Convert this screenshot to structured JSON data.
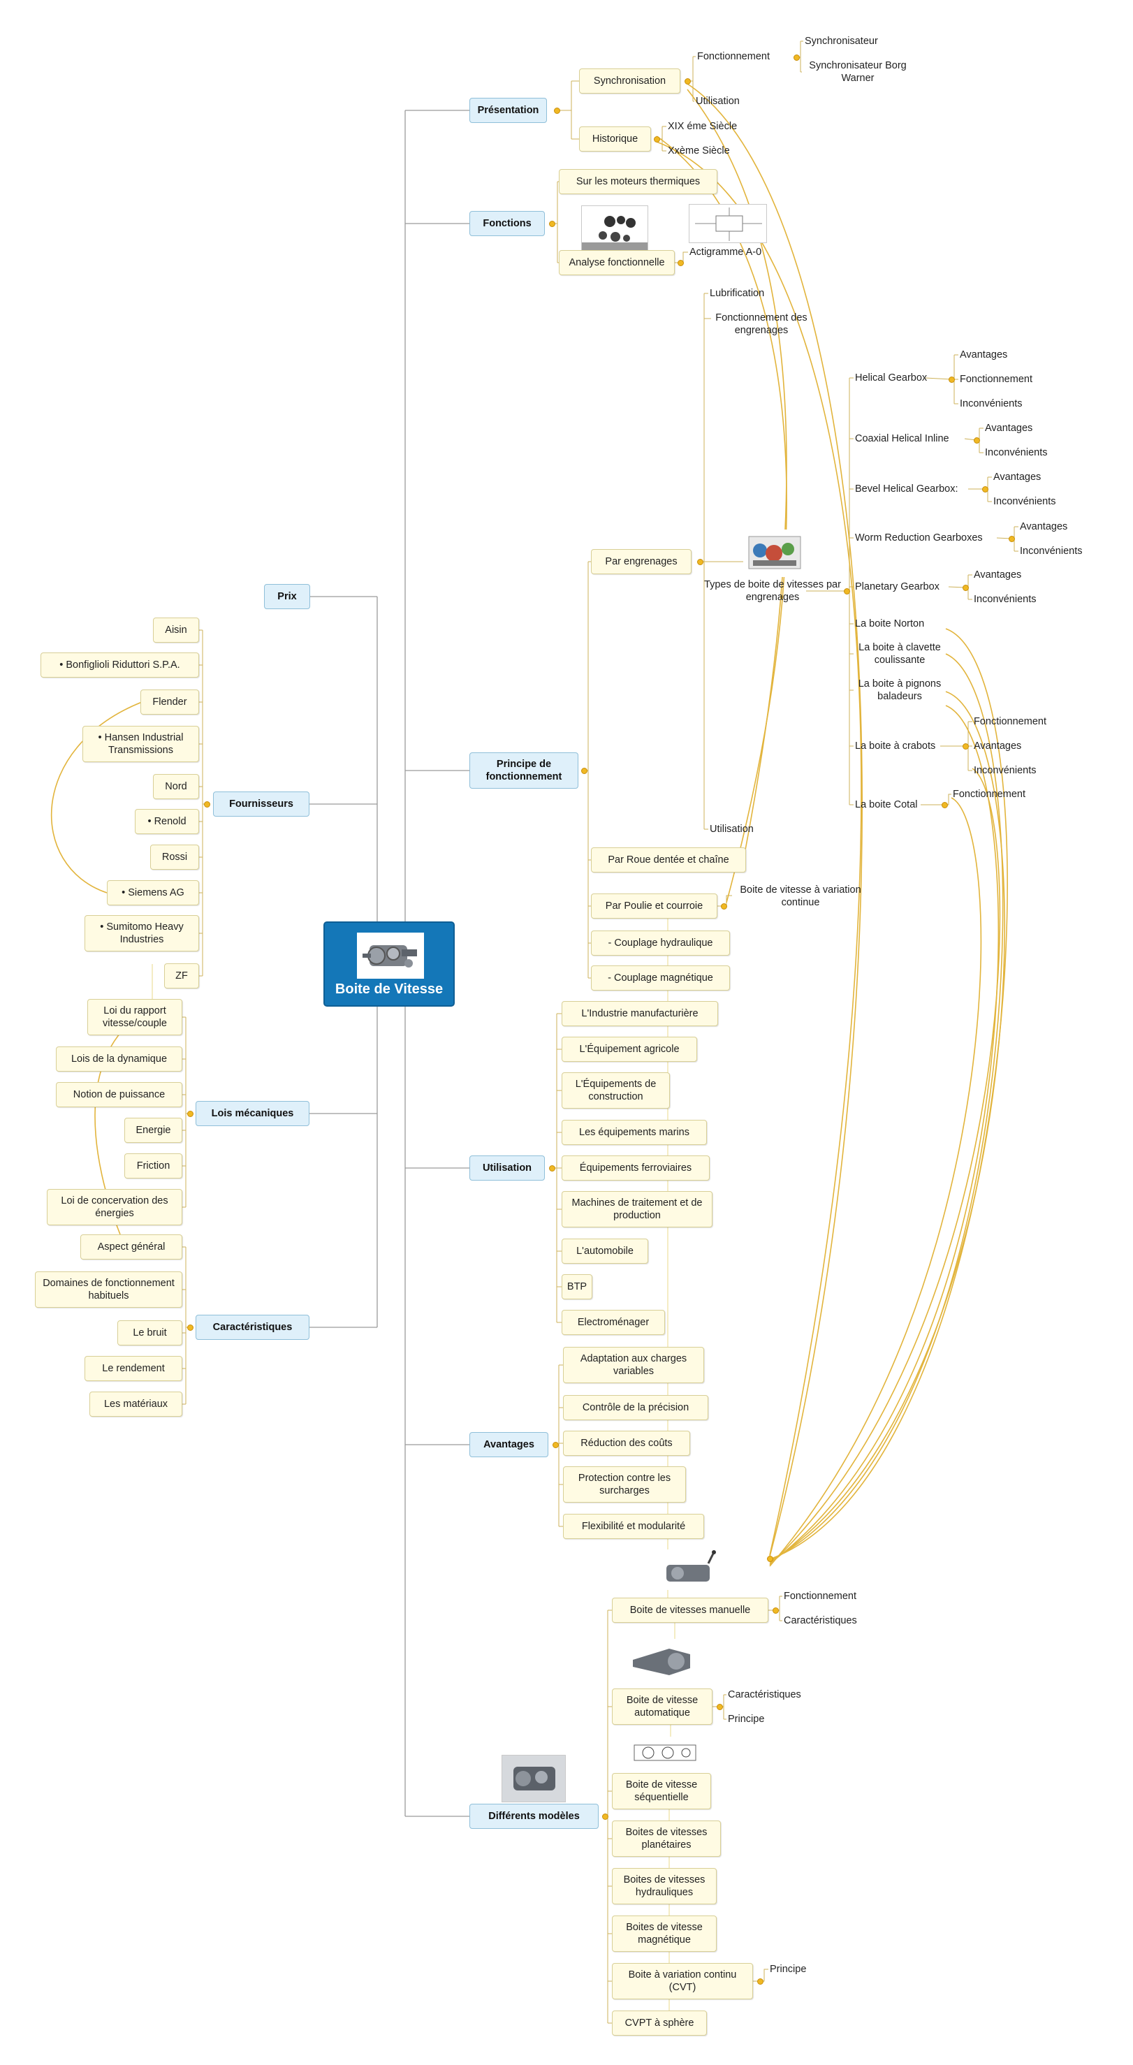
{
  "center": {
    "label": "Boite de Vitesse",
    "picture": "gearbox-image"
  },
  "branches": {
    "presentation": "Présentation",
    "fonctions": "Fonctions",
    "prix": "Prix",
    "principe": "Principe de fonctionnement",
    "fournisseurs": "Fournisseurs",
    "lois": "Lois mécaniques",
    "utilisation": "Utilisation",
    "caracteristiques": "Caractéristiques",
    "avantages": "Avantages",
    "modeles": "Différents modèles"
  },
  "presentation": {
    "synchronisation": "Synchronisation",
    "fonctionnement": "Fonctionnement",
    "synchronisateur": "Synchronisateur",
    "synchronisateur_borg": "Synchronisateur Borg Warner",
    "utilisation": "Utilisation",
    "historique": "Historique",
    "xix": "XIX éme Siècle",
    "xx": "Xxème Siècle"
  },
  "fonctions": {
    "moteurs": "Sur les moteurs thermiques",
    "analyse": "Analyse fonctionnelle",
    "actigramme": "Actigramme A-0"
  },
  "principe": {
    "engrenages": "Par engrenages",
    "lubrification": "Lubrification",
    "fonctionnement_engrenages": "Fonctionnement des engrenages",
    "types": "Types de boite de vitesses par engrenages",
    "utilisation": "Utilisation",
    "roue": "Par  Roue dentée et chaîne",
    "poulie": "Par Poulie et courroie",
    "variation": "Boite de vitesse à variation continue",
    "hydraulique": "- Couplage hydraulique",
    "magnetique": "- Couplage magnétique"
  },
  "types": [
    {
      "label": "Helical Gearbox",
      "children": [
        "Avantages",
        "Fonctionnement",
        "Inconvénients"
      ]
    },
    {
      "label": "Coaxial Helical Inline",
      "children": [
        "Avantages",
        "Inconvénients"
      ]
    },
    {
      "label": "Bevel Helical Gearbox:",
      "children": [
        "Avantages",
        "Inconvénients"
      ]
    },
    {
      "label": "Worm Reduction Gearboxes",
      "children": [
        "Avantages",
        "Inconvénients"
      ]
    },
    {
      "label": "Planetary Gearbox",
      "children": [
        "Avantages",
        "Inconvénients"
      ]
    },
    {
      "label": "La boite Norton",
      "children": []
    },
    {
      "label": "La boite à clavette coulissante",
      "children": []
    },
    {
      "label": "La boite à pignons baladeurs",
      "children": []
    },
    {
      "label": "La boite à crabots",
      "children": [
        "Fonctionnement",
        "Avantages",
        "Inconvénients"
      ]
    },
    {
      "label": "La boite Cotal",
      "children": [
        "Fonctionnement"
      ]
    }
  ],
  "fournisseurs": [
    "Aisin",
    "• Bonfiglioli Riduttori S.P.A.",
    "Flender",
    "• Hansen Industrial Transmissions",
    "Nord",
    "• Renold",
    "Rossi",
    "• Siemens AG",
    "• Sumitomo Heavy Industries",
    "ZF"
  ],
  "lois": [
    "Loi du rapport vitesse/couple",
    "Lois de la dynamique",
    "Notion de puissance",
    "Energie",
    "Friction",
    "Loi de concervation des énergies"
  ],
  "caracteristiques": [
    "Aspect général",
    "Domaines de fonctionnement habituels",
    "Le bruit",
    "Le rendement",
    "Les matériaux"
  ],
  "utilisation": [
    "L'Industrie manufacturière",
    "L'Équipement agricole",
    "L'Équipements de construction",
    "Les équipements marins",
    "Équipements ferroviaires",
    "Machines de traitement et de production",
    "L'automobile",
    "BTP",
    "Electroménager"
  ],
  "avantages": [
    "Adaptation aux charges variables",
    "Contrôle de la précision",
    "Réduction des coûts",
    "Protection contre les surcharges",
    "Flexibilité et modularité"
  ],
  "modeles": {
    "manuelle": "Boite de vitesses manuelle",
    "manuelle_fonctionnement": "Fonctionnement",
    "manuelle_caracteristiques": "Caractéristiques",
    "automatique": "Boite de vitesse automatique",
    "automatique_caracteristiques": "Caractéristiques",
    "automatique_principe": "Principe",
    "sequentielle": "Boite de vitesse séquentielle",
    "planetaires": "Boites de vitesses planétaires",
    "hydrauliques": "Boites de vitesses hydrauliques",
    "magnetique": "Boites de vitesse magnétique",
    "cvt": "Boite à variation continu (CVT)",
    "cvt_principe": "Principe",
    "cvpt": "CVPT à sphère"
  },
  "colors": {
    "trunk": "#9a9a9a",
    "link": "#cdb25a",
    "relation": "#e2b43c",
    "center": "#1477b8",
    "branch": "#dff0fa",
    "leaf": "#fffbe3"
  }
}
